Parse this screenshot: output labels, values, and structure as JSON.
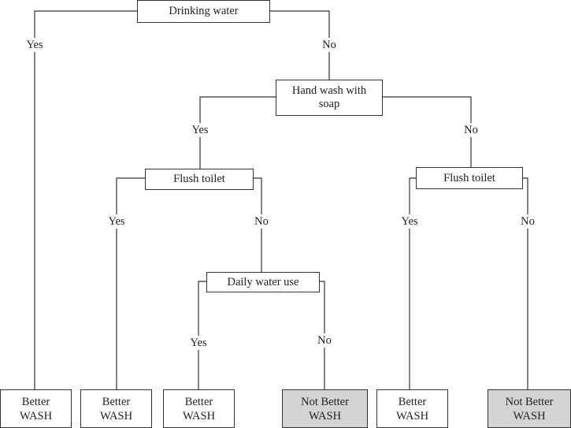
{
  "nodes": {
    "drinking_water": "Drinking water",
    "hand_wash": "Hand wash with soap",
    "flush_toilet_left": "Flush toilet",
    "flush_toilet_right": "Flush toilet",
    "daily_water_use": "Daily water use"
  },
  "leaves": [
    {
      "line1": "Better",
      "line2": "WASH",
      "shaded": false
    },
    {
      "line1": "Better",
      "line2": "WASH",
      "shaded": false
    },
    {
      "line1": "Better",
      "line2": "WASH",
      "shaded": false
    },
    {
      "line1": "Not Better",
      "line2": "WASH",
      "shaded": true
    },
    {
      "line1": "Better",
      "line2": "WASH",
      "shaded": false
    },
    {
      "line1": "Not Better",
      "line2": "WASH",
      "shaded": true
    }
  ],
  "edge_labels": {
    "yes": "Yes",
    "no": "No"
  },
  "colors": {
    "line": "#333333",
    "shaded_leaf": "#d4d4d4"
  }
}
